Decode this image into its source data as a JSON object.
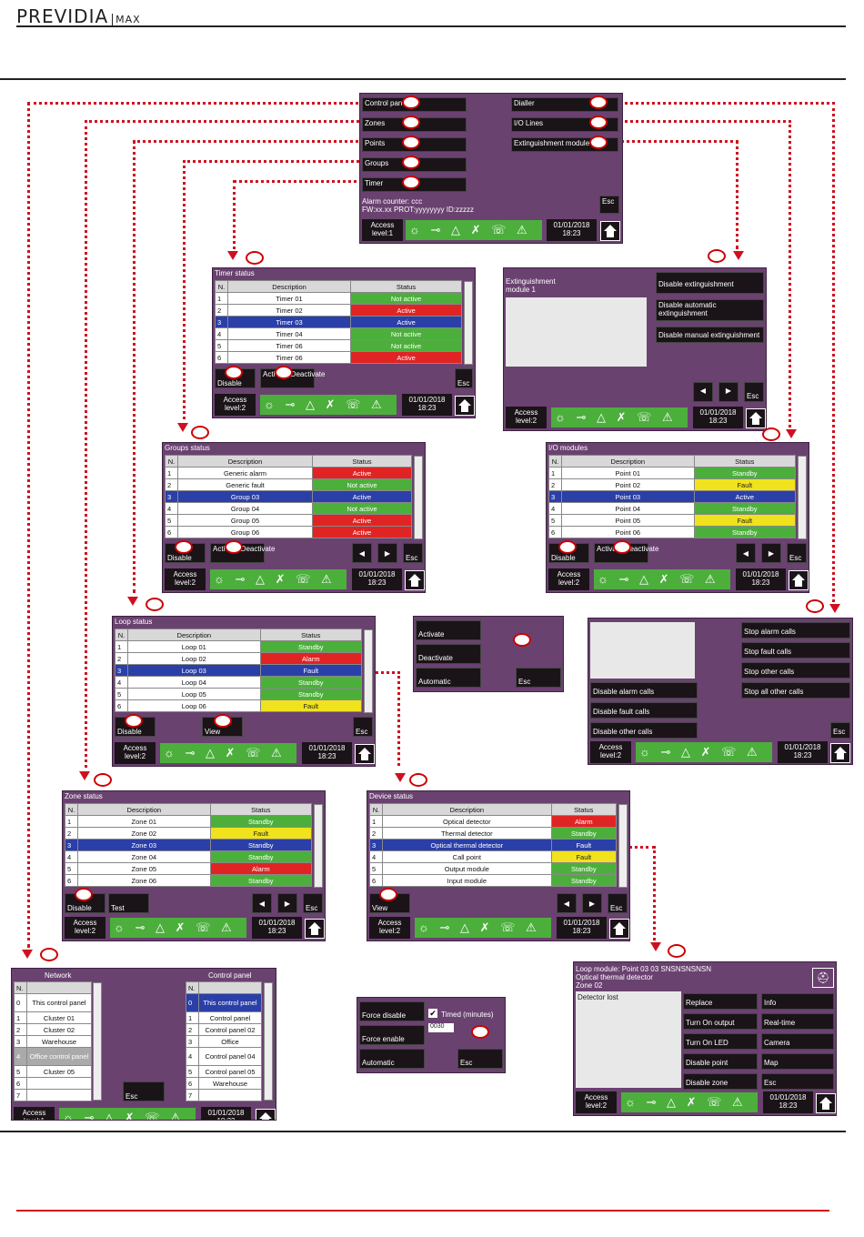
{
  "brand": {
    "name": "PREVIDIA",
    "suffix": "MAX"
  },
  "main": {
    "left_buttons": [
      "Control panel",
      "Zones",
      "Points",
      "Groups",
      "Timer"
    ],
    "right_buttons": [
      "Dialler",
      "I/O Lines",
      "Extinguishment module"
    ],
    "alarm_counter": "Alarm counter: ccc",
    "fw": "FW:xx.xx PROT:yyyyyyyy ID:zzzzz",
    "esc": "Esc",
    "access": "Access level:1",
    "datetime": "01/01/2018 18:23"
  },
  "common": {
    "n": "N.",
    "desc": "Description",
    "status": "Status",
    "esc": "Esc",
    "access2": "Access level:2",
    "access1": "Access level:1",
    "datetime": "01/01/2018 18:23",
    "disable": "Disable",
    "activate_deactivate": "Activate/Deactivate",
    "view": "View",
    "test": "Test",
    "icons": "☼ ⊸ △ ✗ ☏ ⚠"
  },
  "timer": {
    "title": "Timer status",
    "rows": [
      [
        "1",
        "Timer 01",
        "Not active"
      ],
      [
        "2",
        "Timer 02",
        "Active"
      ],
      [
        "3",
        "Timer 03",
        "Active"
      ],
      [
        "4",
        "Timer 04",
        "Not active"
      ],
      [
        "5",
        "Timer 06",
        "Not active"
      ],
      [
        "6",
        "Timer 06",
        "Active"
      ]
    ]
  },
  "ext": {
    "title": "Extinguishment module 1",
    "buttons": [
      "Disable extinguishment",
      "Disable automatic extinguishment",
      "Disable manual extinguishment"
    ]
  },
  "groups": {
    "title": "Groups status",
    "rows": [
      [
        "1",
        "Generic alarm",
        "Active"
      ],
      [
        "2",
        "Generic fault",
        "Not active"
      ],
      [
        "3",
        "Group 03",
        "Active"
      ],
      [
        "4",
        "Group 04",
        "Not active"
      ],
      [
        "5",
        "Group 05",
        "Active"
      ],
      [
        "6",
        "Group 06",
        "Active"
      ]
    ]
  },
  "io": {
    "title": "I/O modules",
    "rows": [
      [
        "1",
        "Point 01",
        "Standby"
      ],
      [
        "2",
        "Point 02",
        "Fault"
      ],
      [
        "3",
        "Point 03",
        "Active"
      ],
      [
        "4",
        "Point 04",
        "Standby"
      ],
      [
        "5",
        "Point 05",
        "Fault"
      ],
      [
        "6",
        "Point 06",
        "Standby"
      ]
    ]
  },
  "loop": {
    "title": "Loop status",
    "rows": [
      [
        "1",
        "Loop 01",
        "Standby"
      ],
      [
        "2",
        "Loop 02",
        "Alarm"
      ],
      [
        "3",
        "Loop 03",
        "Fault"
      ],
      [
        "4",
        "Loop 04",
        "Standby"
      ],
      [
        "5",
        "Loop 05",
        "Standby"
      ],
      [
        "6",
        "Loop 06",
        "Fault"
      ]
    ]
  },
  "ad": {
    "buttons": [
      "Activate",
      "Deactivate",
      "Automatic"
    ]
  },
  "dialler": {
    "left": [
      "Disable alarm calls",
      "Disable fault calls",
      "Disable other calls"
    ],
    "right": [
      "Stop alarm calls",
      "Stop fault calls",
      "Stop other calls",
      "Stop all other calls"
    ]
  },
  "zone": {
    "title": "Zone status",
    "rows": [
      [
        "1",
        "Zone 01",
        "Standby"
      ],
      [
        "2",
        "Zone 02",
        "Fault"
      ],
      [
        "3",
        "Zone 03",
        "Standby"
      ],
      [
        "4",
        "Zone 04",
        "Standby"
      ],
      [
        "5",
        "Zone 05",
        "Alarm"
      ],
      [
        "6",
        "Zone 06",
        "Standby"
      ]
    ]
  },
  "device": {
    "title": "Device status",
    "rows": [
      [
        "1",
        "Optical detector",
        "Alarm"
      ],
      [
        "2",
        "Thermal detector",
        "Standby"
      ],
      [
        "3",
        "Optical thermal detector",
        "Fault"
      ],
      [
        "4",
        "Call point",
        "Fault"
      ],
      [
        "5",
        "Output module",
        "Standby"
      ],
      [
        "6",
        "Input module",
        "Standby"
      ]
    ]
  },
  "network": {
    "title": "Network",
    "rows": [
      [
        "0",
        "This control panel"
      ],
      [
        "1",
        "Cluster 01"
      ],
      [
        "2",
        "Cluster 02"
      ],
      [
        "3",
        "Warehouse"
      ],
      [
        "4",
        "Office control panel"
      ],
      [
        "5",
        "Cluster 05"
      ],
      [
        "6",
        ""
      ],
      [
        "7",
        ""
      ]
    ]
  },
  "cpanel": {
    "title": "Control panel",
    "rows": [
      [
        "0",
        "This control panel"
      ],
      [
        "1",
        "Control panel"
      ],
      [
        "2",
        "Control panel 02"
      ],
      [
        "3",
        "Office"
      ],
      [
        "4",
        "Control panel 04"
      ],
      [
        "5",
        "Control panel 05"
      ],
      [
        "6",
        "Warehouse"
      ],
      [
        "7",
        ""
      ]
    ]
  },
  "force": {
    "buttons": [
      "Force disable",
      "Force enable",
      "Automatic"
    ],
    "timed": "Timed (minutes)",
    "value": "0030"
  },
  "loopmod": {
    "title": "Loop module: Point 03 03 SNSNSNSNSN",
    "sub1": "Optical thermal detector",
    "sub2": "Zone 02",
    "detector": "Detector lost",
    "left": [
      "Replace",
      "Turn On output",
      "Turn On LED",
      "Disable point",
      "Disable zone"
    ],
    "right": [
      "Info",
      "Real-time",
      "Camera",
      "Map",
      "Esc"
    ]
  }
}
